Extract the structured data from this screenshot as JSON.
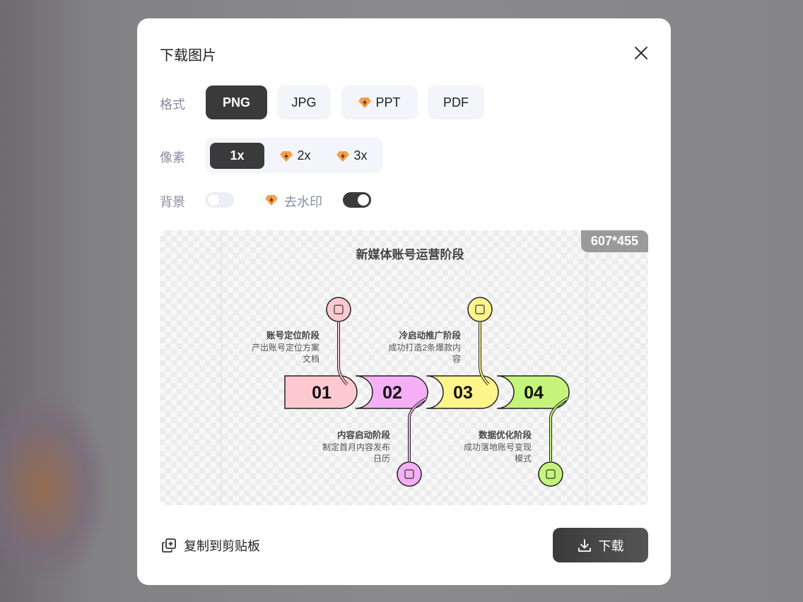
{
  "dialog": {
    "title": "下载图片"
  },
  "format": {
    "label": "格式",
    "options": [
      "PNG",
      "JPG",
      "PPT",
      "PDF"
    ],
    "selected": "PNG"
  },
  "pixel": {
    "label": "像素",
    "options": [
      "1x",
      "2x",
      "3x"
    ],
    "selected": "1x"
  },
  "background": {
    "label": "背景",
    "enabled": false
  },
  "watermark": {
    "label": "去水印",
    "enabled": true
  },
  "preview": {
    "size_badge": "607*455",
    "infographic": {
      "title": "新媒体账号运营阶段",
      "steps": [
        {
          "num": "01",
          "title": "账号定位阶段",
          "desc1": "产出账号定位方案",
          "desc2": "文档",
          "color": "#ffc9cf"
        },
        {
          "num": "02",
          "title": "内容启动阶段",
          "desc1": "制定首月内容发布",
          "desc2": "日历",
          "color": "#f5b0f5"
        },
        {
          "num": "03",
          "title": "冷启动推广阶段",
          "desc1": "成功打造2条爆款内",
          "desc2": "容",
          "color": "#fdf48a"
        },
        {
          "num": "04",
          "title": "数据优化阶段",
          "desc1": "成功落地账号变现",
          "desc2": "模式",
          "color": "#c4f57a"
        }
      ]
    }
  },
  "footer": {
    "copy_label": "复制到剪贴板",
    "download_label": "下载"
  },
  "colors": {
    "accent": "#3a3a3a",
    "premium": "#f5a04a"
  }
}
